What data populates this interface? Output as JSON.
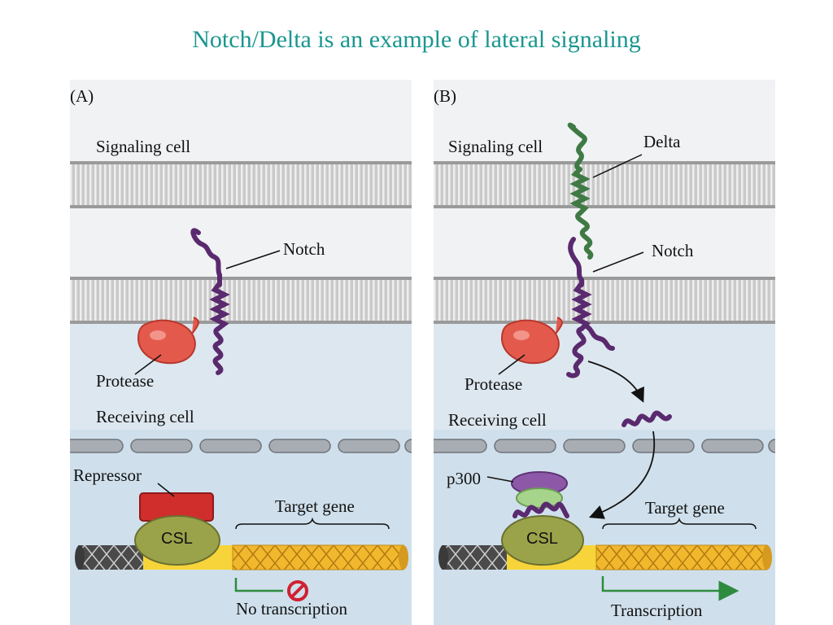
{
  "title": "Notch/Delta is an example of lateral signaling",
  "colors": {
    "title": "#1a9690",
    "extracellular": "#f1f2f4",
    "receiving_cytoplasm": "#cfe0ec",
    "nucleus": "#c6dcec",
    "membrane": "#bfbfbf",
    "notch": "#5a2a6e",
    "delta": "#3f7a45",
    "protease": "#e35a4c",
    "repressor": "#cf2e2c",
    "csl": "#9ba34a",
    "p300": "#8e58a8",
    "coactivator": "#a6d48a",
    "gene": "#f1b82e",
    "no_transcription_symbol": "#d02030",
    "transcription_arrow": "#2e8b3e"
  },
  "panel_a": {
    "letter": "(A)",
    "signaling_cell": "Signaling cell",
    "notch": "Notch",
    "protease": "Protease",
    "receiving_cell": "Receiving cell",
    "repressor": "Repressor",
    "csl": "CSL",
    "target_gene": "Target gene",
    "outcome": "No transcription"
  },
  "panel_b": {
    "letter": "(B)",
    "signaling_cell": "Signaling cell",
    "delta": "Delta",
    "notch": "Notch",
    "protease": "Protease",
    "receiving_cell": "Receiving cell",
    "p300": "p300",
    "csl": "CSL",
    "target_gene": "Target gene",
    "outcome": "Transcription"
  }
}
